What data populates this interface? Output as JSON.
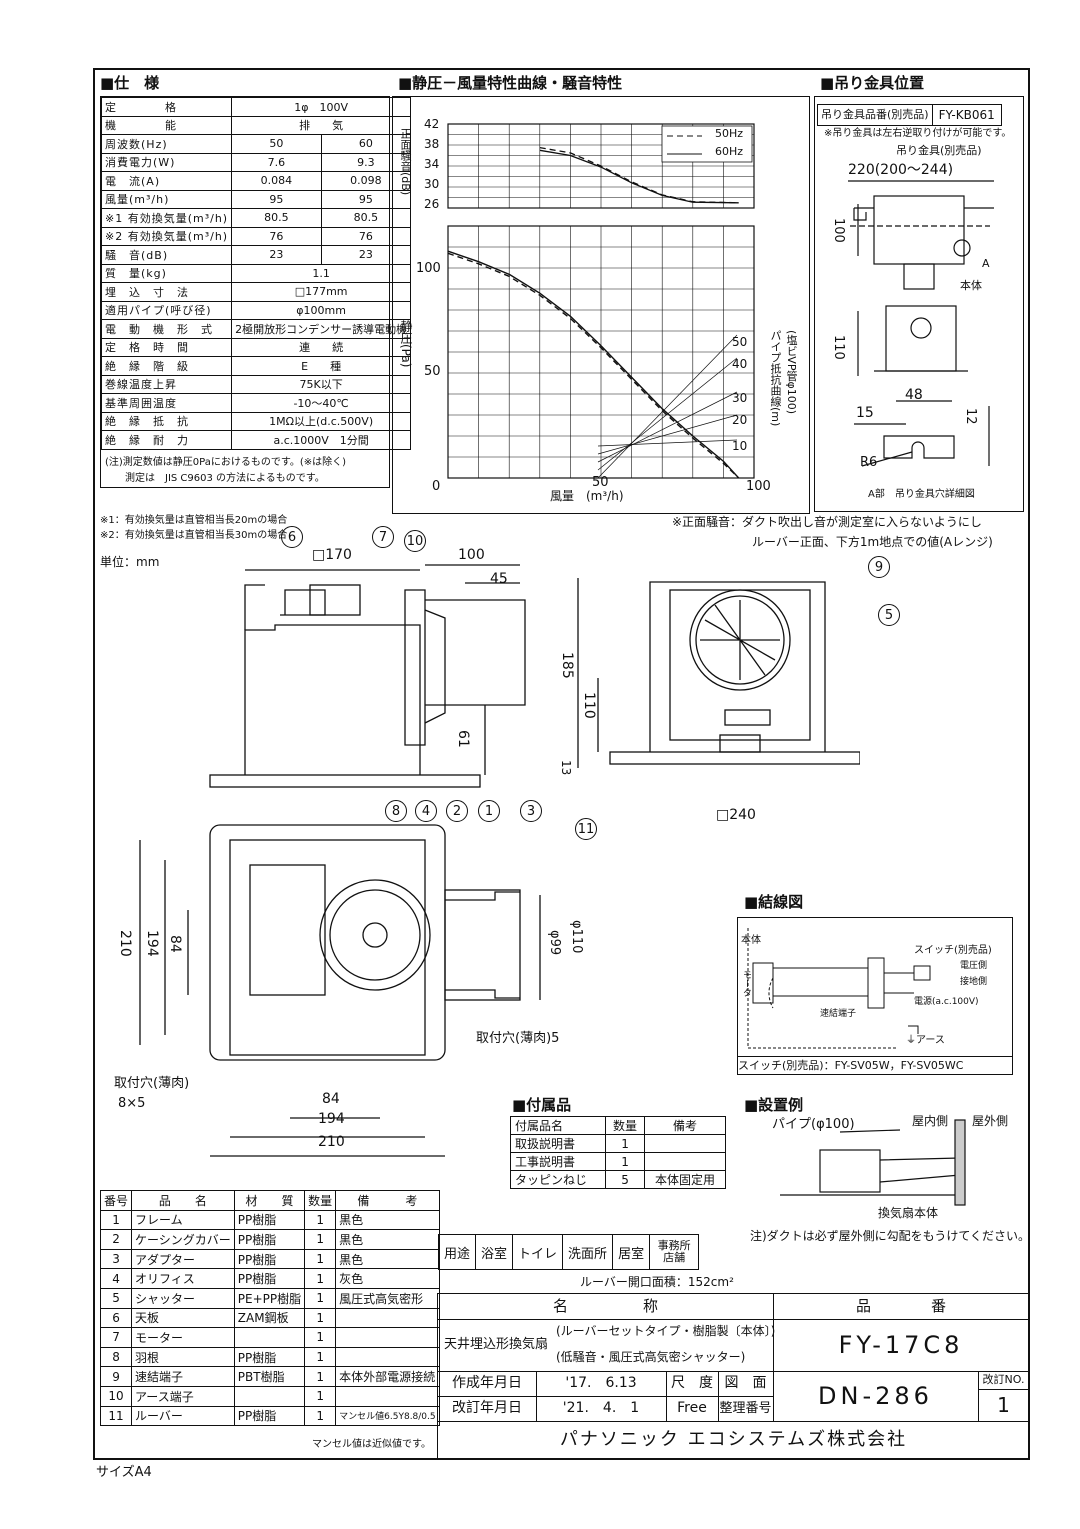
{
  "spec": {
    "title": "■仕　様",
    "rows": [
      [
        "定　　　　格",
        "1φ　100V",
        ""
      ],
      [
        "機　　　　能",
        "排　　気",
        ""
      ],
      [
        "周波数(Hz)",
        "50",
        "60"
      ],
      [
        "消費電力(W)",
        "7.6",
        "9.3"
      ],
      [
        "電　流(A)",
        "0.084",
        "0.098"
      ],
      [
        "風量(m³/h)",
        "95",
        "95"
      ],
      [
        "※1 有効換気量(m³/h)",
        "80.5",
        "80.5"
      ],
      [
        "※2 有効換気量(m³/h)",
        "76",
        "76"
      ],
      [
        "騒　音(dB)",
        "23",
        "23"
      ],
      [
        "質　量(kg)",
        "1.1",
        ""
      ],
      [
        "埋　込　寸　法",
        "□177mm",
        ""
      ],
      [
        "適用パイプ(呼び径)",
        "φ100mm",
        ""
      ],
      [
        "電　動　機　形　式",
        "2極開放形コンデンサー誘導電動機",
        ""
      ],
      [
        "定　格　時　間",
        "連　　続",
        ""
      ],
      [
        "絶　縁　階　級",
        "E　　種",
        ""
      ],
      [
        "巻線温度上昇",
        "75K以下",
        ""
      ],
      [
        "基準周囲温度",
        "-10〜40℃",
        ""
      ],
      [
        "絶　縁　抵　抗",
        "1MΩ以上(d.c.500V)",
        ""
      ],
      [
        "絶　縁　耐　力",
        "a.c.1000V　1分間",
        ""
      ]
    ],
    "note1": "(注)測定数値は静圧0Paにおけるものです。(※は除く)",
    "note2": "　　測定は　JIS C9603 の方法によるものです。",
    "foot1": "※1：有効換気量は直管相当長20mの場合",
    "foot2": "※2：有効換気量は直管相当長30mの場合",
    "unit": "単位：mm"
  },
  "curve": {
    "title": "■静圧－風量特性曲線・騒音特性",
    "noise_ylabel": "正面騒音(dB)",
    "noise_ticks": [
      "42",
      "38",
      "34",
      "30",
      "26"
    ],
    "legend_50": "50Hz",
    "legend_60": "60Hz",
    "ylabel": "静圧(Pa)",
    "y_ticks": [
      "100",
      "50",
      "0"
    ],
    "x_ticks": [
      "50",
      "100"
    ],
    "xlabel": "風量　(m³/h)",
    "pipe_label": "パイプ抵抗曲線(m)",
    "pipe_label2": "(塩ビVP管φ100)",
    "pipe_ticks": [
      "50",
      "40",
      "30",
      "20",
      "10"
    ],
    "front_note1": "※正面騒音：ダクト吹出し音が測定室に入らないようにし",
    "front_note2": "ルーバー正面、下方1m地点での値(Aレンジ)"
  },
  "chart_data": [
    {
      "type": "line",
      "title": "正面騒音(dB)",
      "ylabel": "正面騒音(dB)",
      "ylim": [
        26,
        42
      ],
      "xlim": [
        0,
        100
      ],
      "series": [
        {
          "name": "50Hz",
          "x": [
            30,
            40,
            50,
            60,
            70,
            80,
            95
          ],
          "y": [
            37.5,
            36.5,
            34,
            31,
            28.5,
            27.2,
            27
          ]
        },
        {
          "name": "60Hz",
          "x": [
            30,
            40,
            50,
            60,
            70,
            80,
            95
          ],
          "y": [
            37,
            36,
            33.8,
            30.8,
            28.4,
            27.1,
            27
          ]
        }
      ]
    },
    {
      "type": "line",
      "xlabel": "風量(m³/h)",
      "ylabel": "静圧(Pa)",
      "xlim": [
        0,
        100
      ],
      "ylim": [
        0,
        120
      ],
      "series": [
        {
          "name": "60Hz",
          "x": [
            0,
            10,
            20,
            30,
            40,
            50,
            60,
            70,
            80,
            90,
            95
          ],
          "y": [
            108,
            103,
            97,
            88,
            77,
            63,
            48,
            33,
            20,
            8,
            0
          ]
        },
        {
          "name": "50Hz",
          "x": [
            0,
            10,
            20,
            30,
            40,
            50,
            60,
            70,
            80,
            90,
            95
          ],
          "y": [
            107,
            102,
            96,
            87,
            76,
            62,
            47,
            32,
            19,
            7,
            0
          ]
        }
      ]
    }
  ],
  "hanger": {
    "title": "■吊り金具位置",
    "part_label": "吊り金具品番(別売品)",
    "part_no": "FY-KB061",
    "note": "※吊り金具は左右逆取り付けが可能です。",
    "bracket": "吊り金具(別売品)",
    "dim_220": "220(200〜244)",
    "dim_100": "100",
    "dim_110": "110",
    "dim_48": "48",
    "dim_15": "15",
    "dim_12": "12",
    "r6": "R6",
    "a": "A",
    "body": "本体",
    "detail": "A部　吊り金具穴詳細図"
  },
  "drawing": {
    "d170": "□170",
    "d100": "100",
    "d45": "45",
    "d61": "61",
    "d185": "185",
    "d110": "110",
    "d13": "13",
    "d240": "□240",
    "d210v": "210",
    "d194v": "194",
    "d84v": "84",
    "d99": "φ99",
    "d110b": "φ110",
    "d84h": "84",
    "d194h": "194",
    "d210h": "210",
    "hole5": "取付穴(薄肉)5",
    "hole8": "取付穴(薄肉)",
    "hole8b": "8×5",
    "callouts": [
      "6",
      "7",
      "10",
      "9",
      "5",
      "11",
      "8",
      "4",
      "2",
      "1",
      "3"
    ]
  },
  "wiring": {
    "title": "■結線図",
    "body": "本体",
    "motor": "モータ",
    "switch": "スイッチ(別売品)",
    "hot": "電圧側",
    "ground": "接地側",
    "power": "電源(a.c.100V)",
    "terminal": "速結端子",
    "earth": "⏚アース",
    "switch_models": "スイッチ(別売品)：FY-SV05W，FY-SV05WC"
  },
  "accessories": {
    "title": "■付属品",
    "headers": [
      "付属品名",
      "数量",
      "備考"
    ],
    "rows": [
      [
        "取扱説明書",
        "1",
        ""
      ],
      [
        "工事説明書",
        "1",
        ""
      ],
      [
        "タッピンねじ",
        "5",
        "本体固定用"
      ]
    ]
  },
  "install": {
    "title": "■設置例",
    "pipe": "パイプ(φ100)",
    "indoor": "屋内側",
    "outdoor": "屋外側",
    "body": "換気扇本体",
    "note": "注)ダクトは必ず屋外側に勾配をもうけてください。"
  },
  "parts": {
    "headers": [
      "番号",
      "品　　名",
      "材　　質",
      "数量",
      "備　　　考"
    ],
    "rows": [
      [
        "1",
        "フレーム",
        "PP樹脂",
        "1",
        "黒色"
      ],
      [
        "2",
        "ケーシングカバー",
        "PP樹脂",
        "1",
        "黒色"
      ],
      [
        "3",
        "アダプター",
        "PP樹脂",
        "1",
        "黒色"
      ],
      [
        "4",
        "オリフィス",
        "PP樹脂",
        "1",
        "灰色"
      ],
      [
        "5",
        "シャッター",
        "PE+PP樹脂",
        "1",
        "風圧式高気密形"
      ],
      [
        "6",
        "天板",
        "ZAM鋼板",
        "1",
        ""
      ],
      [
        "7",
        "モーター",
        "",
        "1",
        ""
      ],
      [
        "8",
        "羽根",
        "PP樹脂",
        "1",
        ""
      ],
      [
        "9",
        "速結端子",
        "PBT樹脂",
        "1",
        "本体外部電源接続"
      ],
      [
        "10",
        "アース端子",
        "",
        "1",
        ""
      ],
      [
        "11",
        "ルーバー",
        "PP樹脂",
        "1",
        "マンセル値6.5Y8.8/0.5"
      ]
    ],
    "footnote": "マンセル値は近似値です。"
  },
  "usage": {
    "label": "用途",
    "items": [
      "浴室",
      "トイレ",
      "洗面所",
      "居室",
      "事務所店舗"
    ],
    "louver": "ルーバー開口面積：152cm²"
  },
  "titleblock": {
    "name_header": "名　　　　　称",
    "no_header": "品　　　　番",
    "name1": "天井埋込形換気扇",
    "name2": "(ルーバーセットタイプ・樹脂製〔本体〕)",
    "name3": "(低騒音・風圧式高気密シャッター)",
    "model": "FY-17C8",
    "created_label": "作成年月日",
    "created": "'17.　6.13",
    "revised_label": "改訂年月日",
    "revised": "'21.　4.　1",
    "scale_label": "尺　度",
    "scale": "Free",
    "drawing_label": "図　面",
    "ref_label": "整理番号",
    "drawing_no": "DN-286",
    "rev_label": "改訂NO.",
    "rev": "1",
    "company": "パナソニック エコシステムズ株式会社"
  },
  "size": "サイズA4"
}
